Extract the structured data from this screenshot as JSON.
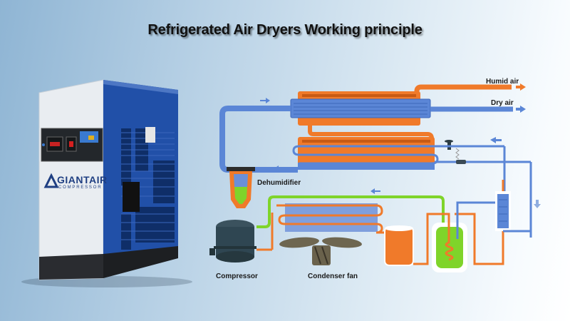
{
  "title": "Refrigerated Air Dryers Working principle",
  "product": {
    "brand": "GIANTAIR",
    "brand_sub": "COMPRESSOR",
    "panel_color": "#1f4fa8",
    "body_color": "#e8edf2"
  },
  "diagram": {
    "labels": {
      "humid_air": "Humid air",
      "dry_air": "Dry air",
      "dehumidifier": "Dehumidifier",
      "compressor": "Compressor",
      "condenser_fan": "Condenser fan"
    },
    "colors": {
      "refrigerant_hot": "#f07a2a",
      "air_pipe": "#5b86d6",
      "liquid": "#7fd42a",
      "compressor": "#2f4652"
    }
  }
}
